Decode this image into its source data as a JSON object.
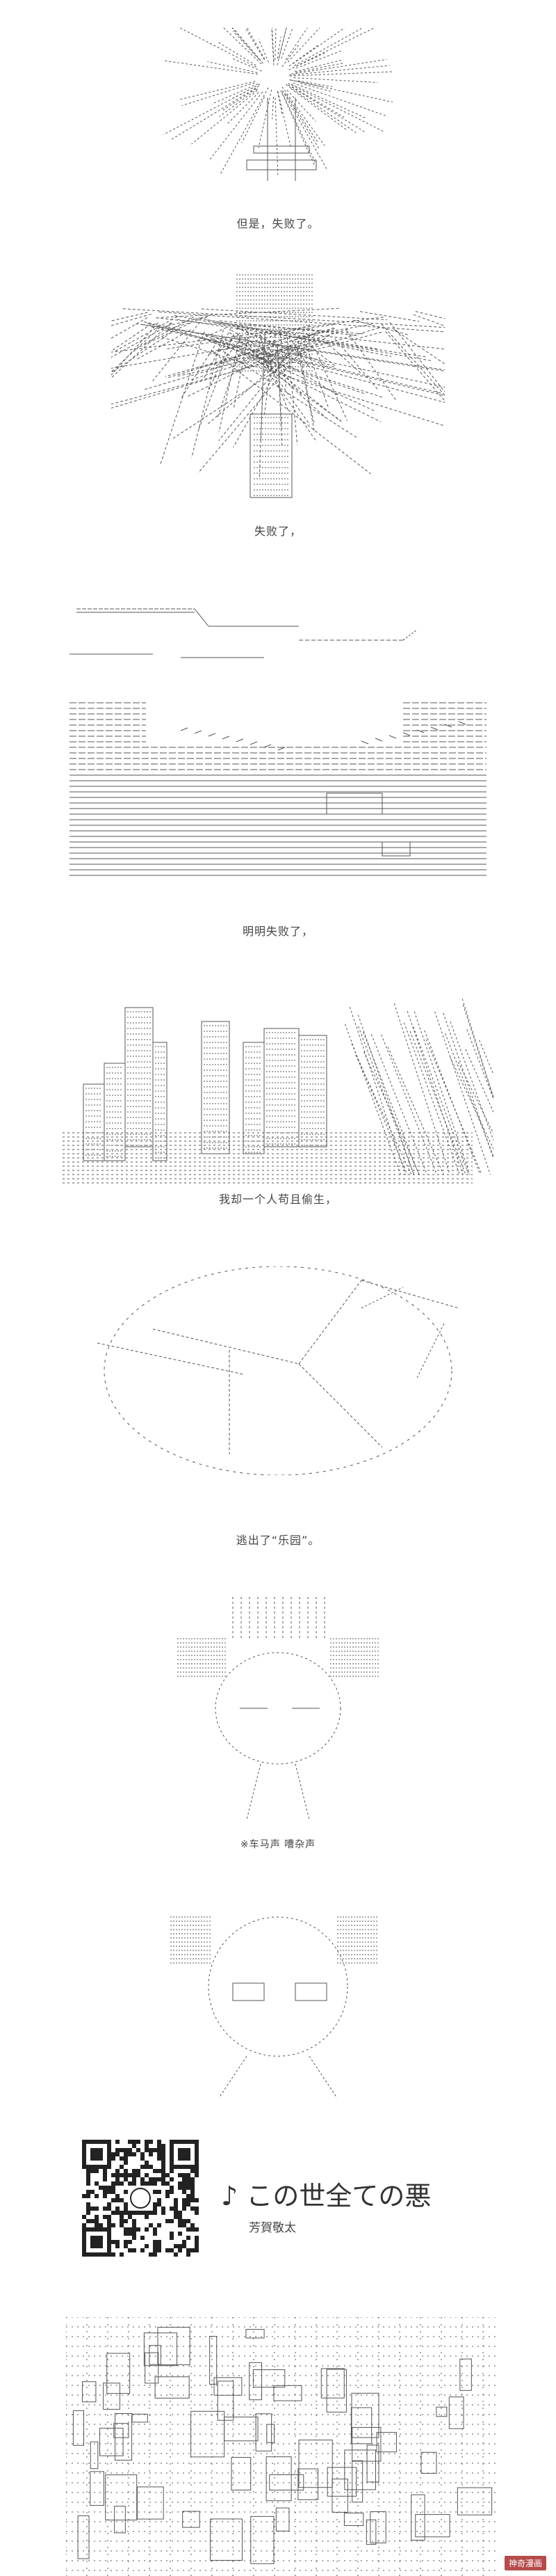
{
  "captions": {
    "c1": "但是，失败了。",
    "c2": "失败了，",
    "c3": "明明失败了，",
    "c4": "我却一个人苟且偷生，",
    "c5": "逃出了“乐园”。",
    "c6": "※车马声 嘈杂声"
  },
  "song": {
    "title": "♪ この世全ての悪",
    "artist": "芳賀敬太"
  },
  "watermark": "神奇漫画",
  "colors": {
    "line": "#555555",
    "watermark_bg": "#b64b4b"
  }
}
